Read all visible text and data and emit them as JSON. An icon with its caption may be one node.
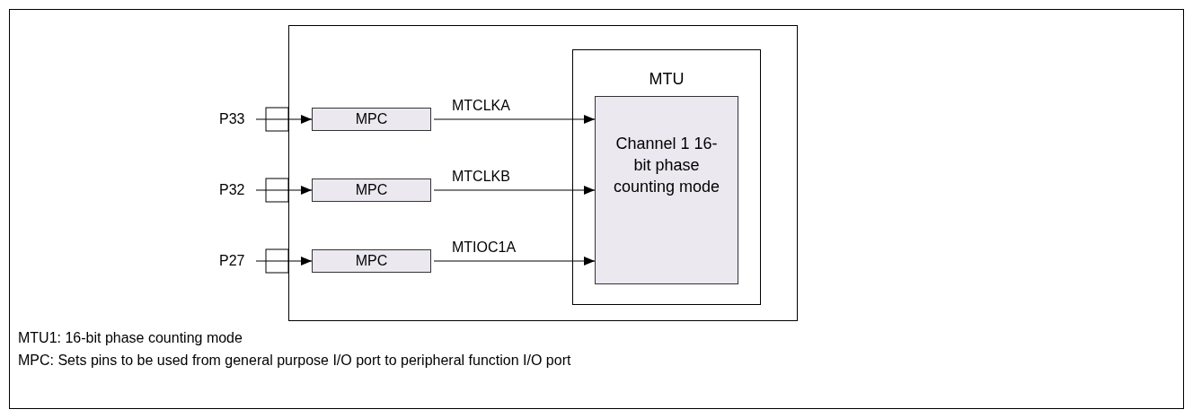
{
  "diagram": {
    "nodes": [
      {
        "text": [],
        "shape": "box"
      },
      {
        "text": [
          "MTU"
        ],
        "in": 0
      },
      {
        "text": [
          "Channel 1 16-bit phase counting mode"
        ],
        "in": 1
      },
      {
        "text": [
          "MPC"
        ],
        "in": 0
      },
      {
        "text": [
          "MPC"
        ],
        "in": 0
      },
      {
        "text": [
          "MPC"
        ],
        "in": 0
      },
      {
        "text": [
          "P33"
        ]
      },
      {
        "text": [
          "P32"
        ]
      },
      {
        "text": [
          "P27"
        ]
      }
    ],
    "edges": [
      {
        "from": 6,
        "to": 3,
        "arrow": "to"
      },
      {
        "from": 7,
        "to": 4,
        "arrow": "to"
      },
      {
        "from": 8,
        "to": 5,
        "arrow": "to"
      },
      {
        "from": 3,
        "to": 2,
        "arrow": "to",
        "label": "MTCLKA"
      },
      {
        "from": 4,
        "to": 2,
        "arrow": "to",
        "label": "MTCLKB"
      },
      {
        "from": 5,
        "to": 2,
        "arrow": "to",
        "label": "MTIOC1A"
      }
    ],
    "labels": [
      "MTU1: 16-bit phase counting mode",
      "MPC: Sets pins to be used from general purpose I/O port to peripheral function I/O port"
    ]
  }
}
